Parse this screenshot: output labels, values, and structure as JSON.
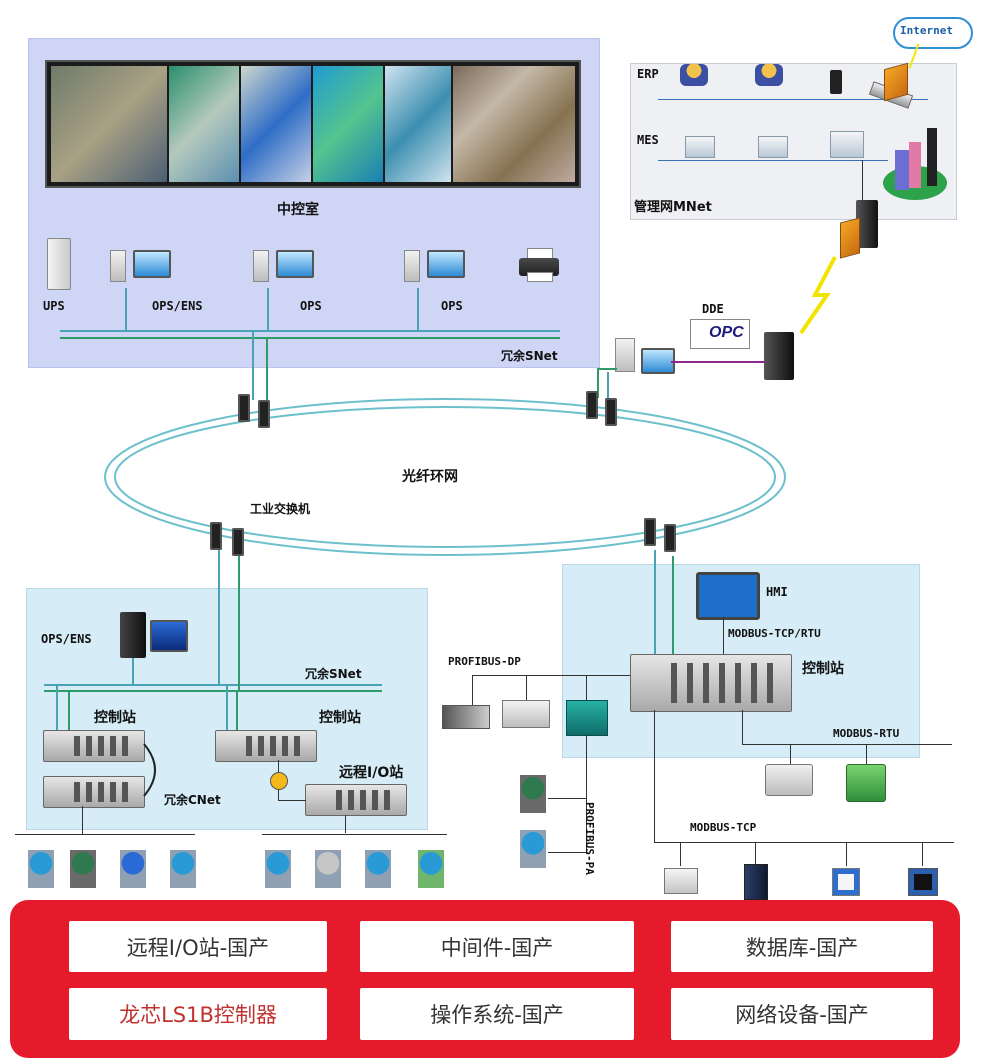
{
  "internet": "Internet",
  "central": {
    "room_label": "中控室",
    "devices": [
      "UPS",
      "OPS/ENS",
      "OPS",
      "OPS"
    ],
    "net": "冗余SNet"
  },
  "mgmt": {
    "erp": "ERP",
    "mes": "MES",
    "net": "管理网MNet"
  },
  "dde": "DDE",
  "opc_logo": "OPC",
  "ring": "光纤环网",
  "switch": "工业交换机",
  "left": {
    "ops": "OPS/ENS",
    "net": "冗余SNet",
    "station1": "控制站",
    "station2": "控制站",
    "cnet": "冗余CNet",
    "remote": "远程I/O站"
  },
  "right": {
    "hmi": "HMI",
    "modbus_tcp_rtu": "MODBUS-TCP/RTU",
    "station": "控制站",
    "profibus_dp": "PROFIBUS-DP",
    "profibus_pa": "PROFIBUS-PA",
    "modbus_rtu": "MODBUS-RTU",
    "modbus_tcp": "MODBUS-TCP"
  },
  "domestic": {
    "items": [
      "远程I/O站-国产",
      "中间件-国产",
      "数据库-国产",
      "龙芯LS1B控制器",
      "操作系统-国产",
      "网络设备-国产"
    ]
  },
  "colors": {
    "panel": "#cfd6f5",
    "panel_light": "#d6ecf7",
    "red": "#e51a2b",
    "highlight": "#c0312e"
  }
}
